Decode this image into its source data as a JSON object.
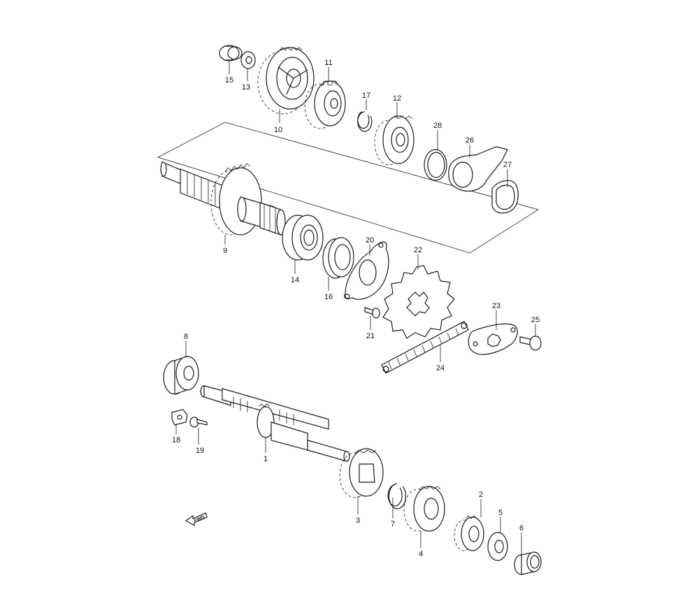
{
  "callouts": {
    "c1": "1",
    "c2": "2",
    "c3": "3",
    "c4": "4",
    "c5": "5",
    "c6": "6",
    "c7": "7",
    "c8": "8",
    "c9": "9",
    "c10": "10",
    "c11": "11",
    "c12": "12",
    "c13": "13",
    "c14": "14",
    "c15": "15",
    "c16": "16",
    "c17": "17",
    "c18": "18",
    "c19": "19",
    "c20": "20",
    "c21": "21",
    "c22": "22",
    "c23": "23",
    "c24": "24",
    "c25": "25",
    "c26": "26",
    "c27": "27",
    "c28": "28"
  },
  "fwd_label": "FWD"
}
